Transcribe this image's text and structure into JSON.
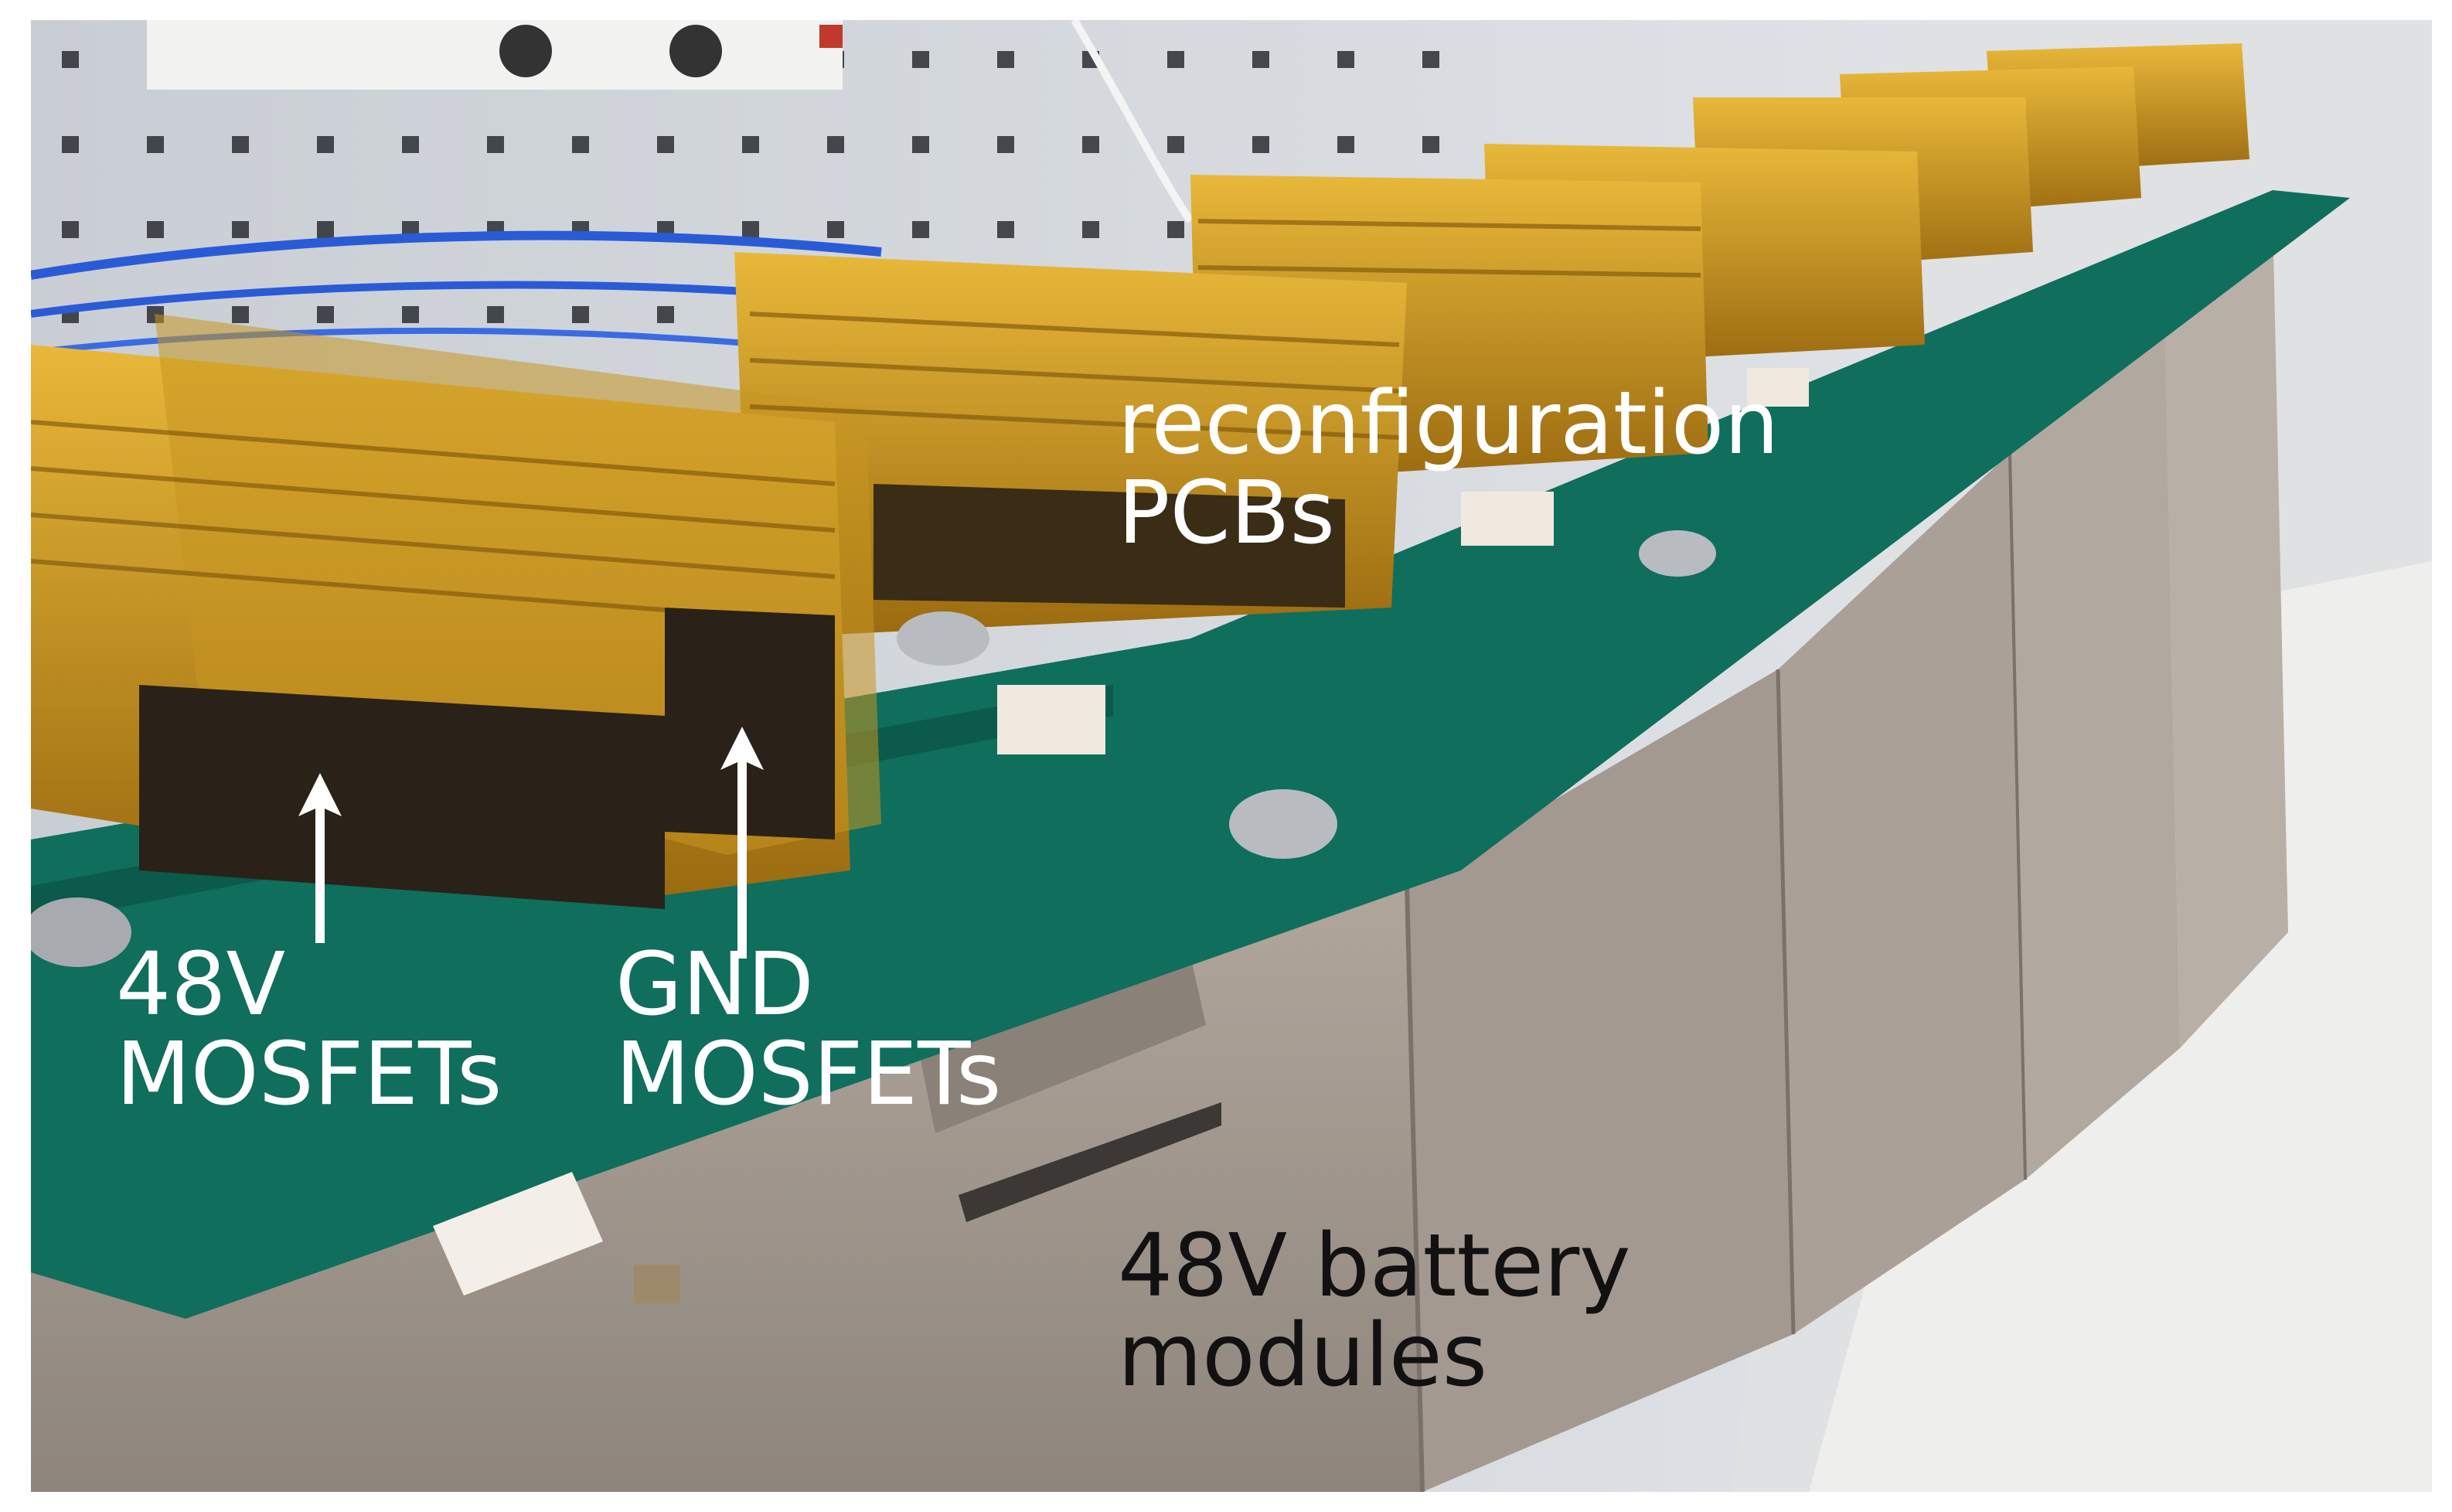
{
  "figure": {
    "labels": {
      "reconfiguration_pcbs": [
        "reconfiguration",
        "PCBs"
      ],
      "mosfets_48v": [
        "48V",
        "MOSFETs"
      ],
      "mosfets_gnd": [
        "GND",
        "MOSFETs"
      ],
      "battery_modules": [
        "48V battery",
        "modules"
      ]
    }
  }
}
